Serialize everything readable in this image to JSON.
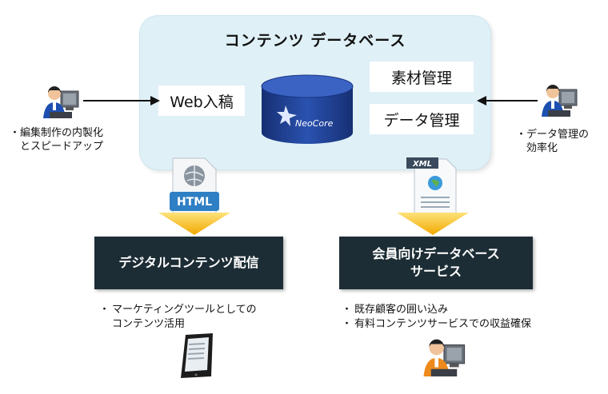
{
  "database": {
    "title": "コンテンツ データベース",
    "web_input": "Web入稿",
    "material_mgmt": "素材管理",
    "data_mgmt": "データ管理",
    "cylinder_logo": "NeoCore"
  },
  "left_user": {
    "note_line1": "編集制作の内製化",
    "note_line2": "とスピードアップ",
    "icon": "user-at-computer-icon"
  },
  "right_user": {
    "note_line1": "データ管理の",
    "note_line2": "効率化",
    "icon": "user-at-computer-icon"
  },
  "file_icons": {
    "html_label": "HTML",
    "xml_label": "XML"
  },
  "outputs": {
    "digital": {
      "title": "デジタルコンテンツ配信",
      "bullets": [
        "マーケティングツールとしての",
        "コンテンツ活用"
      ]
    },
    "member": {
      "title_line1": "会員向けデータベース",
      "title_line2": "サービス",
      "bullets": [
        "既存顧客の囲い込み",
        "有料コンテンツサービスでの収益確保"
      ]
    }
  },
  "colors": {
    "panel": "#dff0f7",
    "dark_box": "#1d2d35",
    "arrow_yellow": "#f5b800",
    "cylinder": "#1f3f8f"
  }
}
